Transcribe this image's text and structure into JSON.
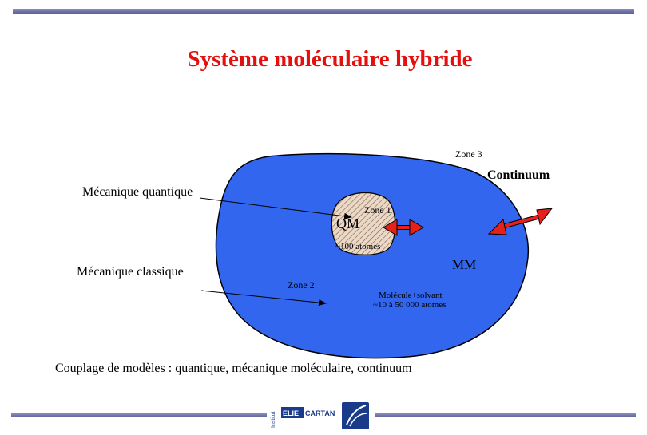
{
  "slide": {
    "title": "Système moléculaire hybride",
    "footer": "Couplage de modèles : quantique, mécanique moléculaire, continuum"
  },
  "diagram": {
    "zone3_label": "Zone 3",
    "continuum_label": "Continuum",
    "qm_method_label": "Mécanique quantique",
    "zone1_label": "Zone 1",
    "qm_label": "QM",
    "qm_atoms_label": "~100 atomes",
    "mm_label": "MM",
    "mm_method_label": "Mécanique classique",
    "zone2_label": "Zone 2",
    "mm_desc_line1": "Molécule+solvant",
    "mm_desc_line2": "~10 à 50 000 atomes"
  },
  "colors": {
    "title": "#e4100d",
    "mm_region": "#3366ee",
    "qm_region": "#e8d8c8",
    "double_arrow": "#e8201c",
    "bar": "#6a6fa8"
  },
  "logo": {
    "text_left": "ELIE",
    "text_right": "CARTAN",
    "vertical_text": "Institut"
  }
}
